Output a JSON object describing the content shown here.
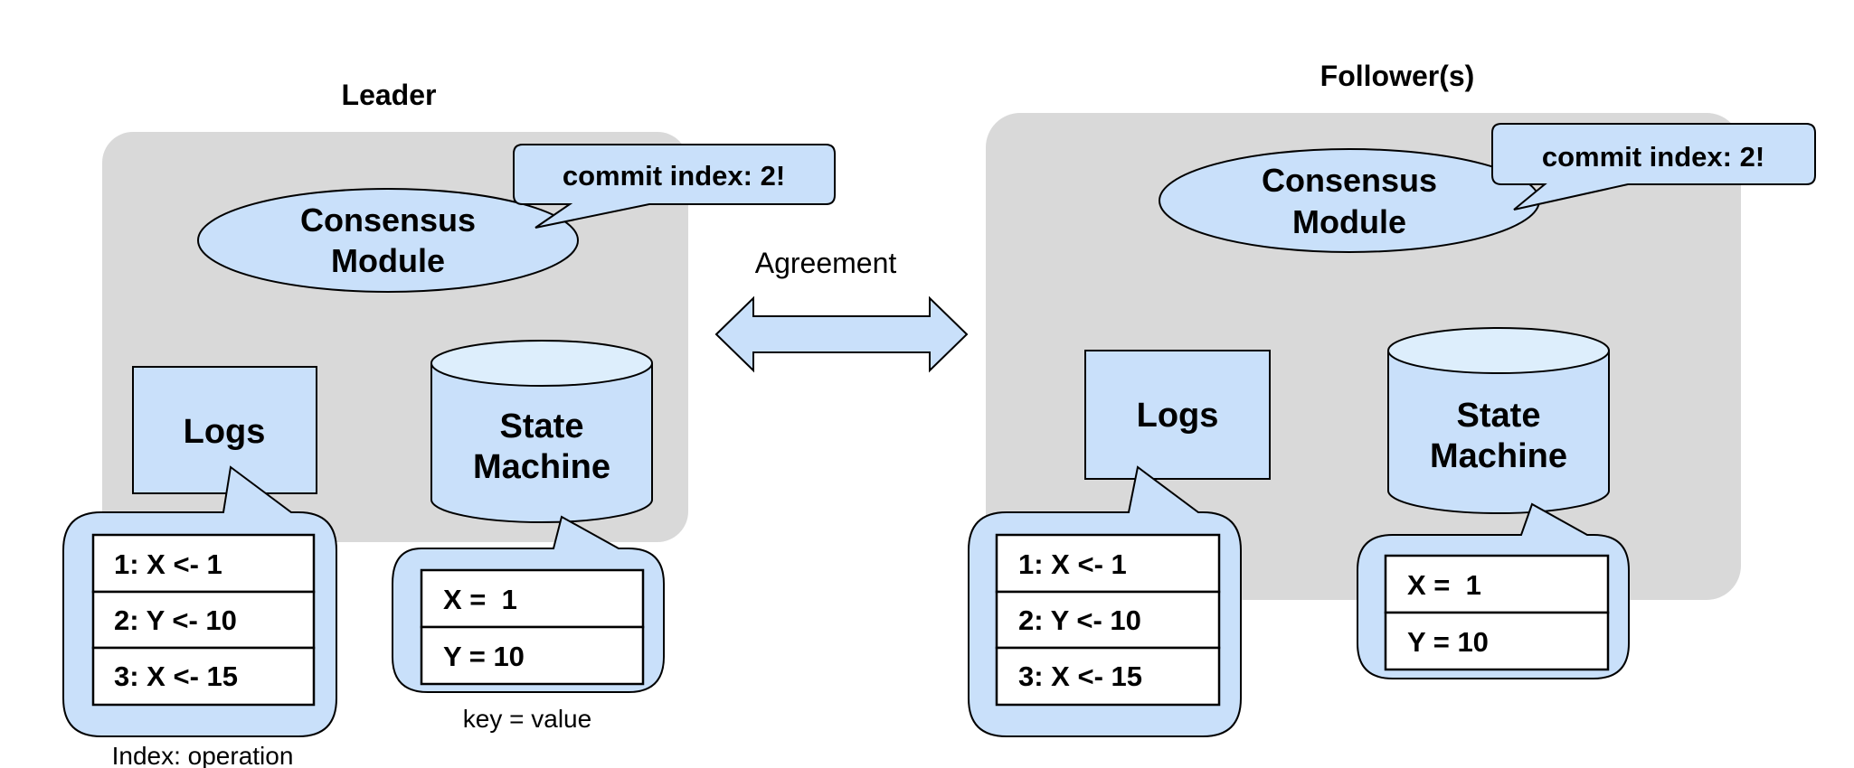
{
  "center": {
    "arrow_label": "Agreement"
  },
  "leader": {
    "title": "Leader",
    "consensus_label": [
      "Consensus",
      "Module"
    ],
    "commit_bubble": "commit index: 2!",
    "logs_label": "Logs",
    "state_machine_label": [
      "State",
      "Machine"
    ],
    "log_entries": [
      "1: X <- 1",
      "2: Y <- 10",
      "3: X <- 15"
    ],
    "log_caption": "Index: operation",
    "state_entries": [
      "X =  1",
      "Y = 10"
    ],
    "state_caption": "key = value"
  },
  "follower": {
    "title": "Follower(s)",
    "consensus_label": [
      "Consensus",
      "Module"
    ],
    "commit_bubble": "commit index: 2!",
    "logs_label": "Logs",
    "state_machine_label": [
      "State",
      "Machine"
    ],
    "log_entries": [
      "1: X <- 1",
      "2: Y <- 10",
      "3: X <- 15"
    ],
    "state_entries": [
      "X =  1",
      "Y = 10"
    ]
  },
  "colors": {
    "panel": "#d9d9d9",
    "shape_fill": "#c9e0fa",
    "stroke": "#000000"
  }
}
